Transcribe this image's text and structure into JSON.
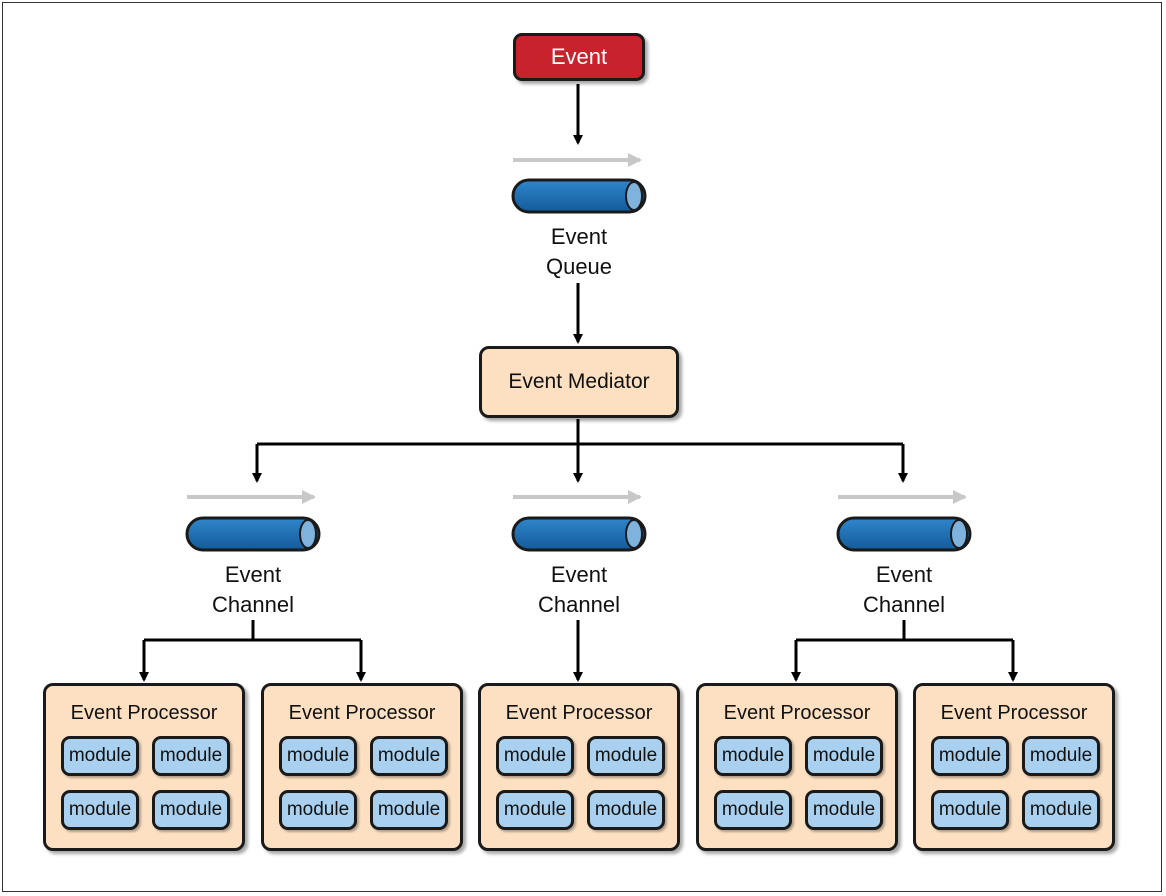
{
  "event": {
    "label": "Event"
  },
  "queue": {
    "label_line1": "Event",
    "label_line2": "Queue"
  },
  "mediator": {
    "label": "Event Mediator"
  },
  "channels": [
    {
      "label_line1": "Event",
      "label_line2": "Channel"
    },
    {
      "label_line1": "Event",
      "label_line2": "Channel"
    },
    {
      "label_line1": "Event",
      "label_line2": "Channel"
    }
  ],
  "processors": [
    {
      "title": "Event Processor",
      "modules": [
        "module",
        "module",
        "module",
        "module"
      ]
    },
    {
      "title": "Event Processor",
      "modules": [
        "module",
        "module",
        "module",
        "module"
      ]
    },
    {
      "title": "Event Processor",
      "modules": [
        "module",
        "module",
        "module",
        "module"
      ]
    },
    {
      "title": "Event Processor",
      "modules": [
        "module",
        "module",
        "module",
        "module"
      ]
    },
    {
      "title": "Event Processor",
      "modules": [
        "module",
        "module",
        "module",
        "module"
      ]
    }
  ],
  "colors": {
    "event_fill": "#c8232c",
    "box_fill": "#fde0c2",
    "module_fill": "#a9d1ef",
    "pipe_fill": "#1a6fb8",
    "flow_arrow": "#c8c8c8"
  }
}
